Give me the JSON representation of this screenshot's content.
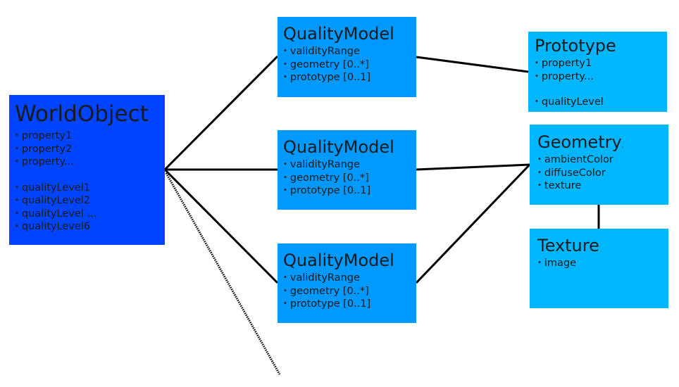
{
  "world_object": {
    "title": "WorldObject",
    "properties": [
      "property1",
      "property2",
      "property..."
    ],
    "quality_levels": [
      "qualityLevel1",
      "qualityLevel2",
      "qualityLevel ...",
      "qualityLevel6"
    ]
  },
  "quality_models": [
    {
      "title": "QualityModel",
      "items": [
        "validityRange",
        "geometry [0..*]",
        "prototype [0..1]"
      ]
    },
    {
      "title": "QualityModel",
      "items": [
        "validityRange",
        "geometry [0..*]",
        "prototype [0..1]"
      ]
    },
    {
      "title": "QualityModel",
      "items": [
        "validityRange",
        "geometry [0..*]",
        "prototype [0..1]"
      ]
    }
  ],
  "prototype": {
    "title": "Prototype",
    "items": [
      "property1",
      "property..."
    ],
    "extra": "qualityLevel"
  },
  "geometry": {
    "title": "Geometry",
    "title_mark": ".",
    "items": [
      "ambientColor",
      "diffuseColor",
      "texture"
    ]
  },
  "texture": {
    "title": "Texture",
    "items": [
      "image"
    ]
  },
  "colors": {
    "world_object": "#0044ff",
    "quality_model": "#0099ff",
    "right_boxes": "#00b7ff",
    "connector": "#000000"
  }
}
